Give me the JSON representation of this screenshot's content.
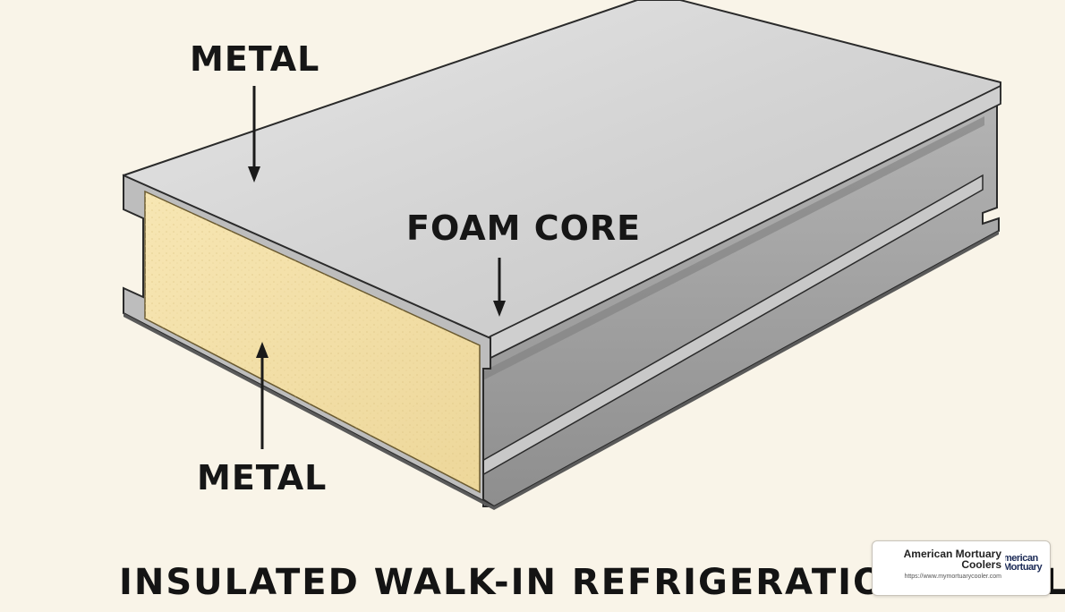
{
  "diagram": {
    "title": "INSULATED WALK-IN REFRIGERATION PANEL",
    "labels": {
      "metal_top": "METAL",
      "foam_core": "FOAM CORE",
      "metal_bottom": "METAL"
    },
    "colors": {
      "background": "#f9f4e8",
      "metal_light": "#d9d9d9",
      "metal_dark": "#9a9a9a",
      "foam": "#f2dfa8",
      "outline": "#2a2a2a"
    }
  },
  "watermark": {
    "name": "American Mortuary Coolers",
    "url": "https://www.mymortuarycooler.com",
    "logo_text": "merican Mortuary"
  }
}
